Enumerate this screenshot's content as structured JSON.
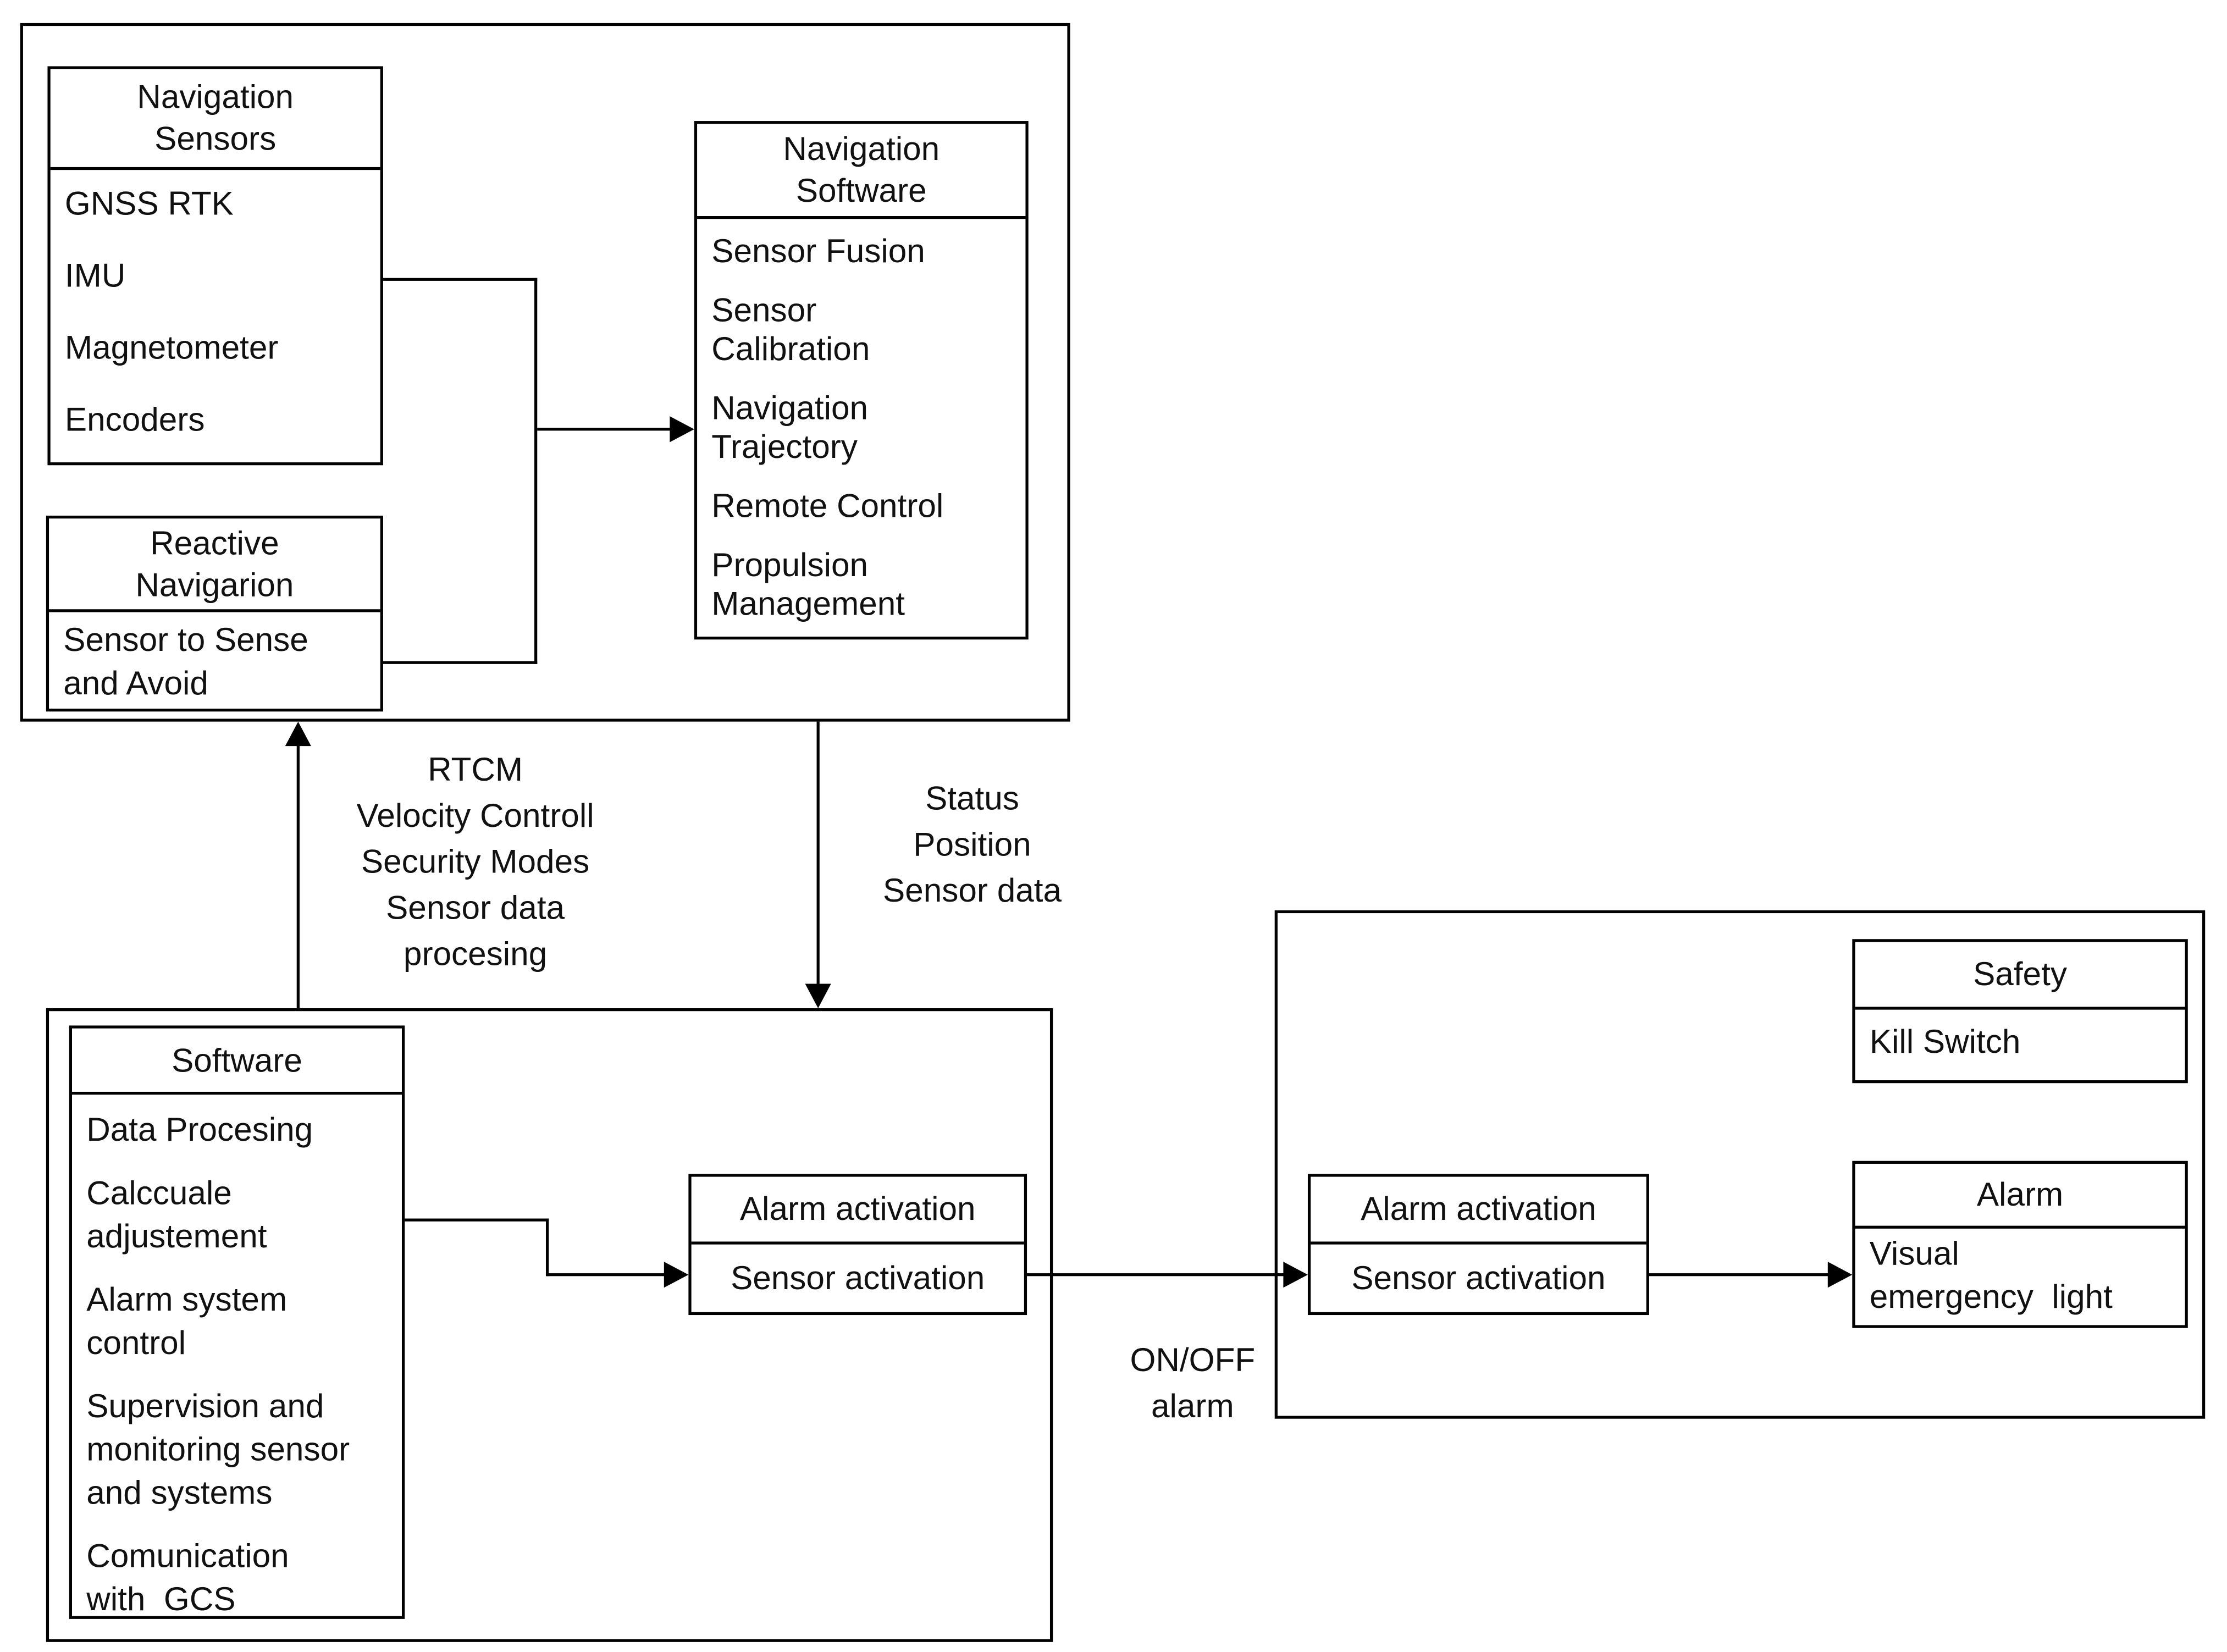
{
  "style": {
    "background": "#ffffff",
    "line_color": "#000000",
    "text_color": "#111111"
  },
  "top_container": {
    "navigation_sensors": {
      "title": "Navigation\nSensors",
      "items": [
        "GNSS RTK",
        "IMU",
        "Magnetometer",
        "Encoders"
      ]
    },
    "reactive_navigation": {
      "title": "Reactive\nNavigarion",
      "body": "Sensor to Sense\nand Avoid"
    },
    "navigation_software": {
      "title": "Navigation\nSoftware",
      "items": [
        "Sensor Fusion",
        "Sensor\nCalibration",
        "Navigation\nTrajectory",
        "Remote Control",
        "Propulsion\nManagement"
      ]
    }
  },
  "flow_labels": {
    "to_navigation": "RTCM\nVelocity Controll\nSecurity Modes\nSensor data\nprocesing",
    "to_software": "Status\nPosition\nSensor data",
    "to_alarm": "ON/OFF\nalarm"
  },
  "bottom_container": {
    "software": {
      "title": "Software",
      "items": [
        "Data Procesing",
        "Calccuale\nadjustement",
        "Alarm system\ncontrol",
        "Supervision and\nmonitoring sensor\nand systems",
        "Comunication\nwith  GCS"
      ]
    },
    "alarm_activation_box": {
      "rows": [
        "Alarm activation",
        "Sensor activation"
      ]
    }
  },
  "right_container": {
    "safety": {
      "title": "Safety",
      "body": "Kill Switch"
    },
    "alarm_activation_box": {
      "rows": [
        "Alarm activation",
        "Sensor activation"
      ]
    },
    "alarm": {
      "title": "Alarm",
      "body": "Visual\nemergency  light"
    }
  }
}
